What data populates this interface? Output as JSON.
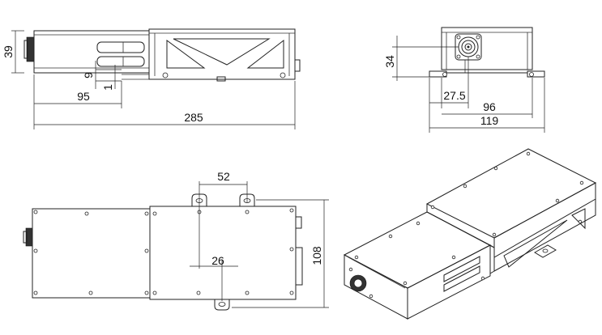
{
  "dimensions": {
    "side_height": "39",
    "gap": "9",
    "step": "1",
    "offset_length": "95",
    "overall_length": "285",
    "front_height": "34",
    "port_offset": "27.5",
    "base_width": "96",
    "overall_width": "119",
    "mount_spacing": "52",
    "port_spacing": "26",
    "plate_width": "108"
  }
}
